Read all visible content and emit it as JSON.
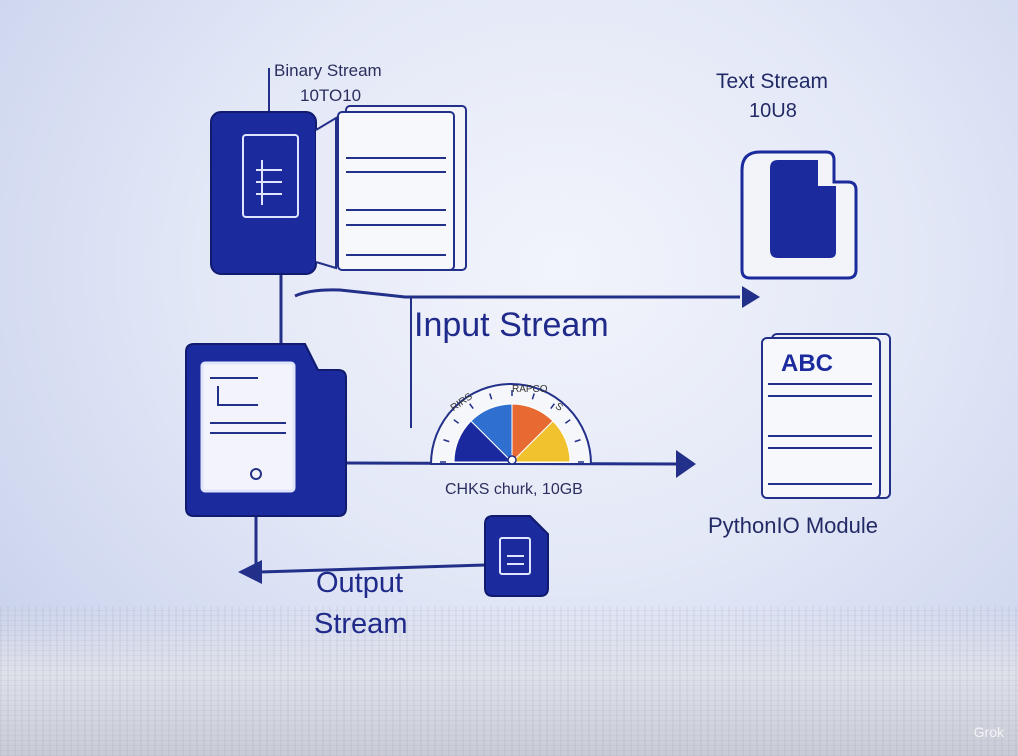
{
  "binary_stream": {
    "title": "Binary Stream",
    "value": "10TO10"
  },
  "text_stream": {
    "title": "Text Stream",
    "value": "10U8"
  },
  "input_stream_label": "Input Stream",
  "output_stream_label": [
    "Output",
    "Stream"
  ],
  "chunk_label": "CHKS churk, 10GB",
  "python_io_label": "PythonIO Module",
  "abc_label": "ABC",
  "gauge": {
    "labels": [
      "RIRS",
      "RAPCO",
      "S"
    ],
    "segments": [
      {
        "color": "#1a2a9e"
      },
      {
        "color": "#2e6fd0"
      },
      {
        "color": "#e86a33"
      },
      {
        "color": "#f2c12e"
      }
    ]
  },
  "colors": {
    "primary": "#1b2a9c",
    "line": "#23308a",
    "doc_fill": "#f5f6fb"
  },
  "watermark": "Grok"
}
